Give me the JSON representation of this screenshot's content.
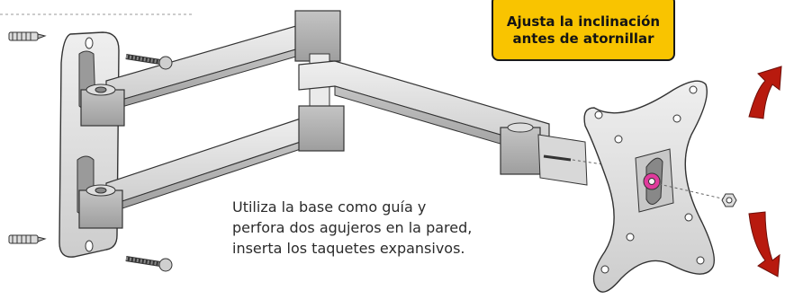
{
  "callout": {
    "line1": "Ajusta la inclinación",
    "line2": "antes de atornillar"
  },
  "instruction": {
    "line1": "Utiliza la base como guía y",
    "line2": "perfora dos agujeros en la pared,",
    "line3": "inserta los taquetes expansivos."
  },
  "colors": {
    "callout_bg": "#f9c400",
    "arrow": "#b81a0e",
    "metal_light": "#e6e6e6",
    "metal_dark": "#b5b5b5",
    "washer": "#e03a9c"
  },
  "icons": [
    "wall-anchor-icon",
    "screw-icon",
    "nut-icon",
    "washer-icon",
    "rotation-arrow-icon"
  ]
}
